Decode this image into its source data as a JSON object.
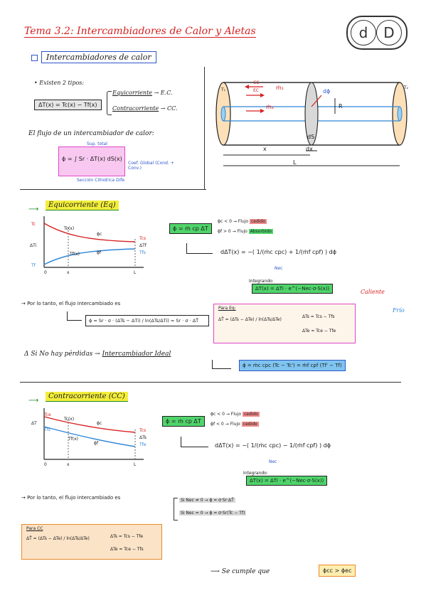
{
  "title": "Tema 3.2: Intercambiadores de Calor y Aletas",
  "logo_letters": [
    "d",
    "D"
  ],
  "section_ic": "Intercambiadores de calor",
  "intro": {
    "tipos_text": "• Existen 2 tipos:",
    "dt_eq": "ΔT(x) = Tc(x) − Tf(x)",
    "equicorriente": "Equicorriente",
    "ec": "→ E.C.",
    "contracorriente": "Contracorriente",
    "cc": "→ CC."
  },
  "flujo": {
    "text": "El flujo de un intercambiador de calor:",
    "formula": "ϕ = ∫ Sr · ΔT(x) dS(x)",
    "sup_total": "Sup. total",
    "coef_global": "Coef. Global (Cond. + Conv.)",
    "subtitle_dS": "Sección Cilíndrica Dife"
  },
  "diagram": {
    "cc": "CC",
    "ec": "EC",
    "m1": "ṁ₁",
    "m2": "ṁ₂",
    "dphi": "dϕ",
    "R": "R",
    "dS": "dS",
    "x": "x",
    "dx": "dx",
    "L": "L",
    "T1": "T₁",
    "T2": "T₂"
  },
  "eq": {
    "heading": "Equicorriente (Eq)",
    "phi_box": "ϕ = ṁ cp ΔT",
    "row1_a": "ϕc < 0 → Flujo",
    "row1_b": "cedido",
    "row2_a": "ϕf > 0 → Flujo",
    "row2_b": "Absorbido",
    "d_dt": "dΔT(x) = −( 1/(ṁc cpc) + 1/(ṁf cpf) ) dϕ",
    "nec": "Nec",
    "integrando": "Integrando:",
    "dt_res": "ΔT(x) = ΔTi · e^(−Nec·σ·S(x))",
    "por_lo_tanto": "→ Por lo tanto, el flujo intercambiado es",
    "phi_int": "ϕ = Sr · σ · (ΔTs − ΔTi) / ln(ΔTs/ΔTi) = Sr · σ · ΔT̄",
    "para": "Para Eq:",
    "dtm": "ΔT̄ = (ΔTs − ΔTe) / ln(ΔTs/ΔTe)",
    "dts": "ΔTs = Tcs − Tfs",
    "dte": "ΔTe = Tce − Tfe",
    "caliente": "Caliente",
    "frio": "Frío",
    "no_perdidas": "Δ Si No hay pérdidas →",
    "ideal": "Intercambiador Ideal",
    "ideal_eq": "ϕ = ṁc cpc (Tc − Tc') = ṁf cpf (Tf' − Tf)"
  },
  "graph1": {
    "Tc": "Tc",
    "Tf": "Tf",
    "dTi": "ΔTi",
    "Tcx": "Tc(x)",
    "Tfx": "Tf(x)",
    "phic": "ϕc",
    "phif": "ϕf",
    "Tcs": "Tcs",
    "Tfs": "Tfs",
    "dTf": "ΔTf",
    "o": "0",
    "x": "x",
    "L": "L"
  },
  "cc": {
    "heading": "Contracorriente (CC)",
    "phi_box": "ϕ = ṁ cp ΔT",
    "row1_a": "ϕc < 0 → Flujo",
    "row1_b": "cedido",
    "row2_a": "ϕf < 0 → Flujo",
    "row2_b": "cedido",
    "d_dt": "dΔT(x) = −( 1/(ṁc cpc) − 1/(ṁf cpf) ) dϕ",
    "nec": "Nec",
    "integrando": "Integrando:",
    "dt_res": "ΔT(x) = ΔTi · e^(−Nec·σ·S(x))",
    "por_lo_tanto": "→ Por lo tanto, el flujo intercambiado es",
    "si1": "Si Nec ≠ 0 → ϕ = σ·Sr·ΔT̄",
    "si2": "Si Nec = 0 → ϕ = σ·Sr(Tc − Tf)",
    "para": "Para CC",
    "dtm": "ΔT̄ = (ΔTs − ΔTe) / ln(ΔTs/ΔTe)",
    "dts": "ΔTs = Tcs − Tfe",
    "dte": "ΔTe = Tce − Tfs",
    "se_cumple": "Se cumple que",
    "cumple_box": "ϕcc > ϕec"
  },
  "graph2": {
    "Tce": "Tce",
    "Tfs": "Tfs",
    "Tcx": "Tc(x)",
    "Tfx": "Tf(x)",
    "dT": "ΔT",
    "phic": "ϕc",
    "phif": "ϕf",
    "Tcs": "Tcs",
    "dTs": "ΔTs",
    "Tfe": "Tfe",
    "o": "0",
    "x": "x",
    "L": "L"
  },
  "colors": {
    "red": "#d62020",
    "blue": "#2f86d6",
    "green": "#4fd46a",
    "yellow": "#f3ee3a",
    "magenta": "#e048c8",
    "orange": "#e88a2a"
  }
}
